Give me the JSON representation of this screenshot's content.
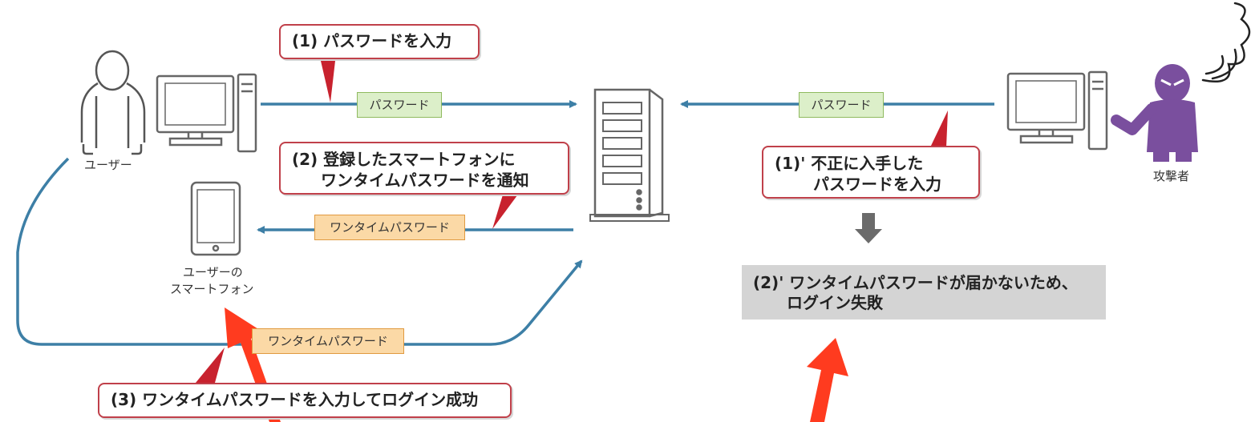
{
  "callouts": {
    "step1": "(1) パスワードを入力",
    "step2_line1": "(2) 登録したスマートフォンに",
    "step2_line2": "ワンタイムパスワードを通知",
    "step3": "(3) ワンタイムパスワードを入力してログイン成功",
    "attack1_line1": "(1)' 不正に入手した",
    "attack1_line2": "パスワードを入力"
  },
  "tags": {
    "password_user": "パスワード",
    "password_attacker": "パスワード",
    "otp_to_phone": "ワンタイムパスワード",
    "otp_from_user": "ワンタイムパスワード"
  },
  "labels": {
    "user": "ユーザー",
    "phone_line1": "ユーザーの",
    "phone_line2": "スマートフォン",
    "attacker": "攻撃者"
  },
  "result": {
    "line1": "(2)' ワンタイムパスワードが届かないため、",
    "line2": "ログイン失敗"
  },
  "colors": {
    "flow_line": "#3d7fa6",
    "callout_border": "#c0404a",
    "callout_pointer": "#c8222e",
    "green_tag": "#dcefc9",
    "orange_tag": "#fbd9a6",
    "attacker": "#7a4f9e",
    "result_box": "#d4d4d4",
    "annotation_arrow": "#ff3b1f",
    "down_arrow": "#6b6b6b"
  }
}
